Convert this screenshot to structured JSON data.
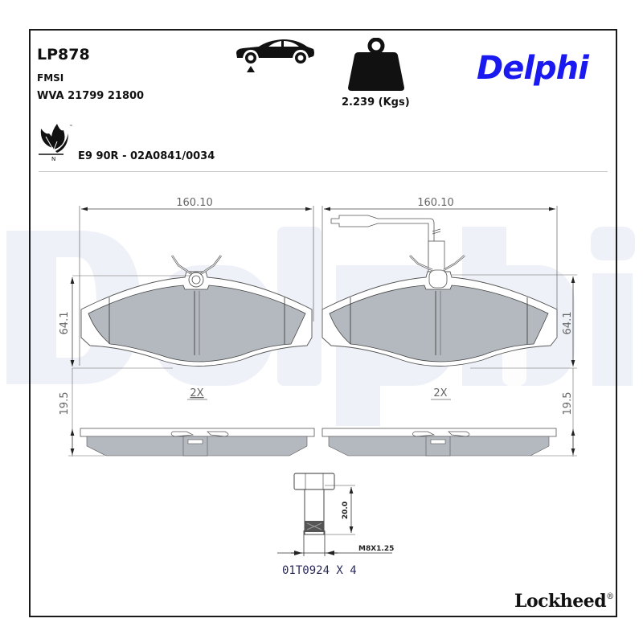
{
  "header": {
    "part_number": "LP878",
    "fmsi_label": "FMSI",
    "wva": "WVA 21799 21800",
    "approval": "E9 90R - 02A0841/0034",
    "weight": "2.239 (Kgs)",
    "brand": "Delphi",
    "eco_mark": "N",
    "eco_tm": "™"
  },
  "icons": {
    "axle_position": "car-front-axle-icon",
    "weight": "weight-icon",
    "eco": "leaf-eco-icon"
  },
  "drawing": {
    "left_pad": {
      "width_dim": "160.10",
      "height_dim": "64.1",
      "thickness_dim": "19.5",
      "quantity": "2X"
    },
    "right_pad": {
      "width_dim": "160.10",
      "height_dim": "64.1",
      "thickness_dim": "19.5",
      "quantity": "2X",
      "wear_sensor": true
    },
    "bolt": {
      "length_dim": "20.0",
      "thread": "M8X1.25",
      "reference": "01T0924 X 4"
    }
  },
  "footer": {
    "brand": "Lockheed",
    "registered": "®"
  },
  "colors": {
    "brand_blue": "#1a1af0",
    "watermark": "#eef1f7",
    "pad_fill": "#b4b9bf",
    "line": "#555555"
  }
}
